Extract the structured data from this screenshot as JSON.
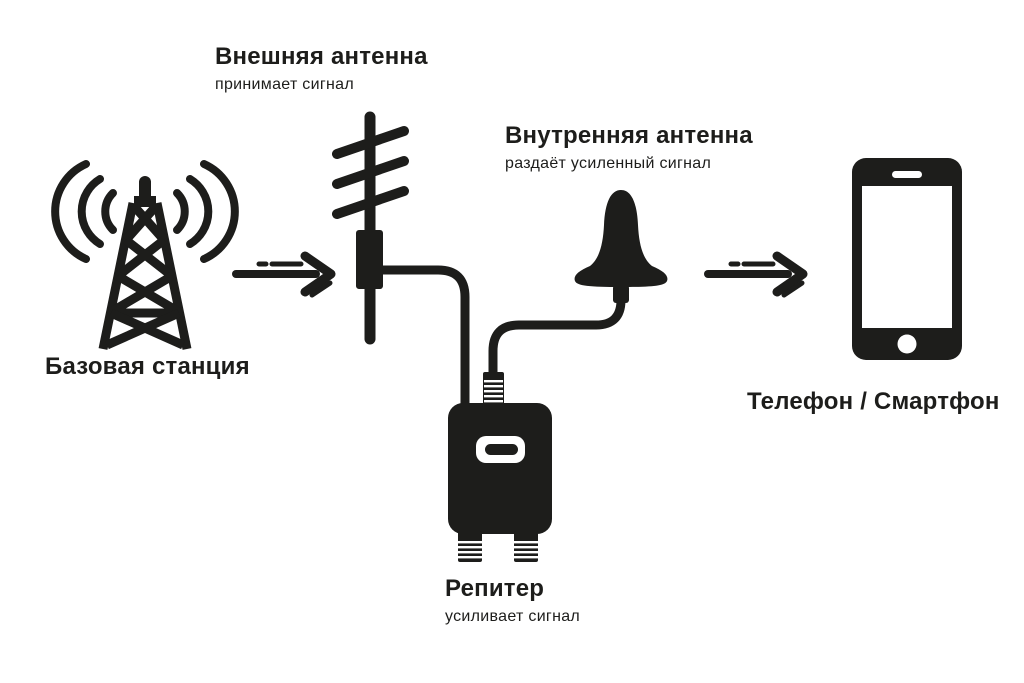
{
  "page": {
    "background": "#ffffff",
    "ink_color": "#1d1d1b"
  },
  "nodes": {
    "base_station": {
      "label": "Базовая станция",
      "icon": "cell-tower-icon"
    },
    "external_antenna": {
      "label": "Внешняя антенна",
      "sublabel": "принимает сигнал",
      "icon": "outdoor-antenna-icon"
    },
    "internal_antenna": {
      "label": "Внутренняя антенна",
      "sublabel": "раздаёт усиленный сигнал",
      "icon": "indoor-antenna-icon"
    },
    "repeater": {
      "label": "Репитер",
      "sublabel": "усиливает сигнал",
      "icon": "repeater-icon"
    },
    "phone": {
      "label": "Телефон / Смартфон",
      "icon": "smartphone-icon"
    }
  },
  "connections": {
    "flow_1": "base_station -> external_antenna (signal-arrow-icon)",
    "flow_2": "external_antenna -> repeater (coax-cable)",
    "flow_3": "repeater -> internal_antenna (coax-cable)",
    "flow_4": "internal_antenna -> phone (signal-arrow-icon)"
  }
}
